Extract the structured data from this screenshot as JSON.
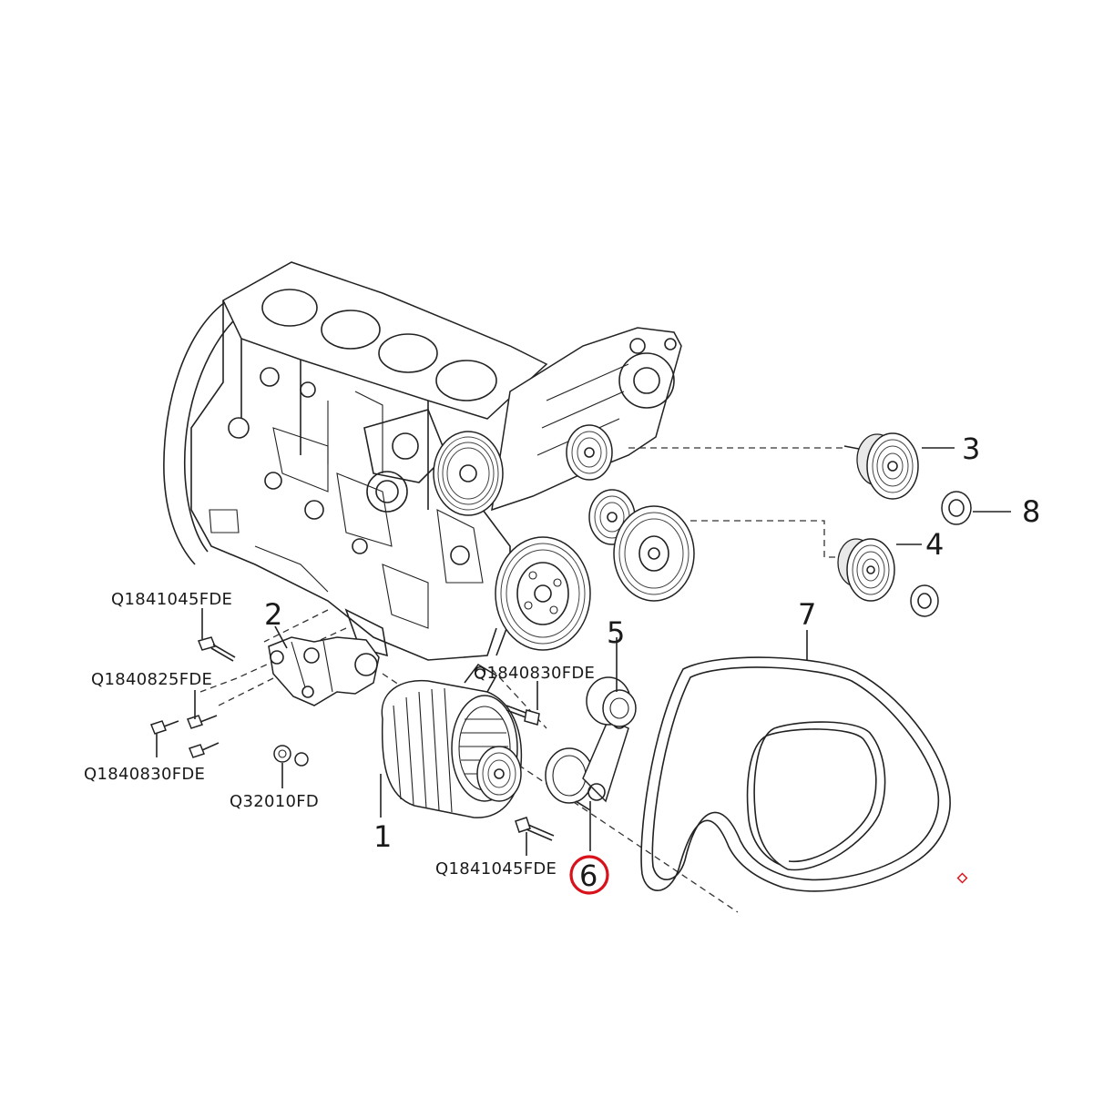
{
  "diagram": {
    "callouts": [
      {
        "id": "c1",
        "text": "1"
      },
      {
        "id": "c2",
        "text": "2"
      },
      {
        "id": "c3",
        "text": "3"
      },
      {
        "id": "c4",
        "text": "4"
      },
      {
        "id": "c5",
        "text": "5"
      },
      {
        "id": "c6",
        "text": "6"
      },
      {
        "id": "c7",
        "text": "7"
      },
      {
        "id": "c8",
        "text": "8"
      }
    ],
    "part_labels": [
      {
        "id": "p1",
        "text": "Q1841045FDE"
      },
      {
        "id": "p2",
        "text": "Q1840825FDE"
      },
      {
        "id": "p3",
        "text": "Q1840830FDE"
      },
      {
        "id": "p4",
        "text": "Q32010FD"
      },
      {
        "id": "p5",
        "text": "Q1840830FDE"
      },
      {
        "id": "p6",
        "text": "Q1841045FDE"
      }
    ],
    "highlight": {
      "callout": "6",
      "color": "#d9111a"
    },
    "marker_color": "#d9111a"
  }
}
